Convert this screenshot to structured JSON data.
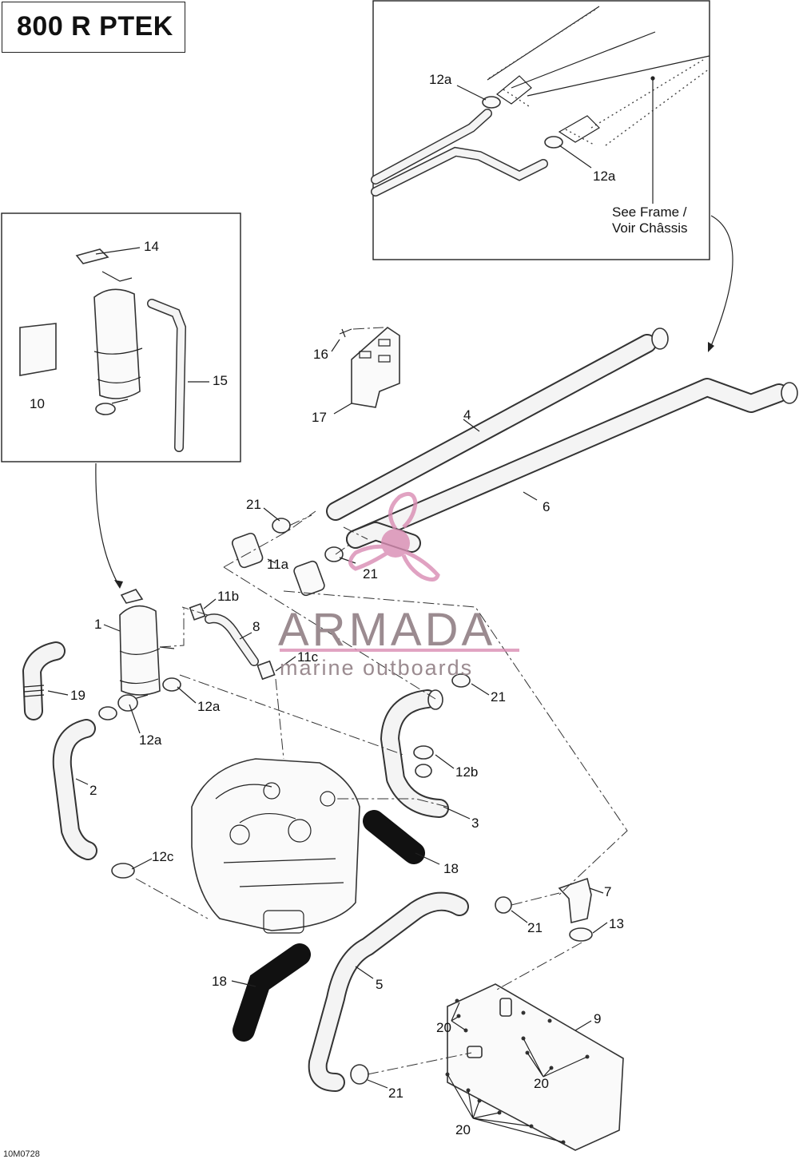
{
  "title": "800 R PTEK",
  "figure_code": "10M0728",
  "inset_note_line1": "See Frame /",
  "inset_note_line2": "Voir Châssis",
  "watermark": {
    "brand": "ARMADA",
    "tagline": "marine outboards",
    "color": "#d98cb3"
  },
  "callouts": [
    {
      "id": "c-12a-top1",
      "text": "12a"
    },
    {
      "id": "c-12a-top2",
      "text": "12a"
    },
    {
      "id": "c-14",
      "text": "14"
    },
    {
      "id": "c-15",
      "text": "15"
    },
    {
      "id": "c-10",
      "text": "10"
    },
    {
      "id": "c-16",
      "text": "16"
    },
    {
      "id": "c-17",
      "text": "17"
    },
    {
      "id": "c-4",
      "text": "4"
    },
    {
      "id": "c-6",
      "text": "6"
    },
    {
      "id": "c-21-a",
      "text": "21"
    },
    {
      "id": "c-11a",
      "text": "11a"
    },
    {
      "id": "c-21-b",
      "text": "21"
    },
    {
      "id": "c-11b",
      "text": "11b"
    },
    {
      "id": "c-1",
      "text": "1"
    },
    {
      "id": "c-8",
      "text": "8"
    },
    {
      "id": "c-11c",
      "text": "11c"
    },
    {
      "id": "c-19",
      "text": "19"
    },
    {
      "id": "c-12a-mid1",
      "text": "12a"
    },
    {
      "id": "c-12a-mid2",
      "text": "12a"
    },
    {
      "id": "c-21-c",
      "text": "21"
    },
    {
      "id": "c-2",
      "text": "2"
    },
    {
      "id": "c-12b",
      "text": "12b"
    },
    {
      "id": "c-3",
      "text": "3"
    },
    {
      "id": "c-12c",
      "text": "12c"
    },
    {
      "id": "c-18-a",
      "text": "18"
    },
    {
      "id": "c-7",
      "text": "7"
    },
    {
      "id": "c-21-d",
      "text": "21"
    },
    {
      "id": "c-13",
      "text": "13"
    },
    {
      "id": "c-18-b",
      "text": "18"
    },
    {
      "id": "c-5",
      "text": "5"
    },
    {
      "id": "c-9",
      "text": "9"
    },
    {
      "id": "c-20-a",
      "text": "20"
    },
    {
      "id": "c-20-b",
      "text": "20"
    },
    {
      "id": "c-21-e",
      "text": "21"
    },
    {
      "id": "c-20-c",
      "text": "20"
    }
  ]
}
